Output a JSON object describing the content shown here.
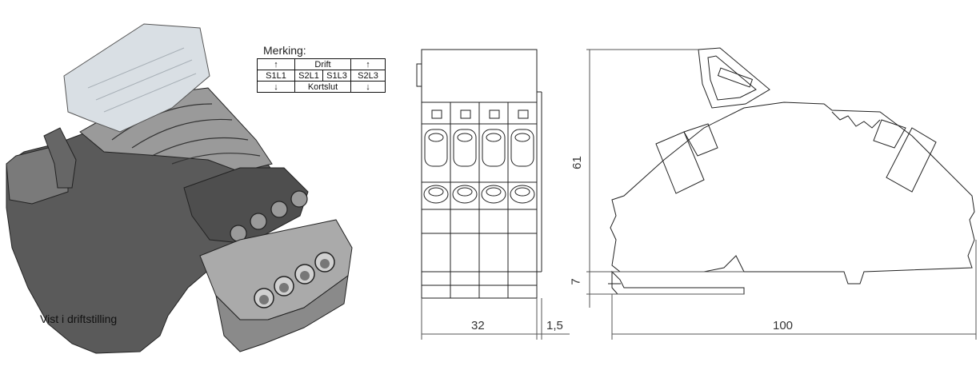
{
  "marking": {
    "title": "Merking:",
    "rows": [
      [
        "↑",
        "Drift",
        "↑"
      ],
      [
        "S1L1",
        "S2L1",
        "S1L3",
        "S2L3"
      ],
      [
        "↓",
        "Kortslut",
        "↓"
      ]
    ]
  },
  "caption": "Vist i driftstilling",
  "dimensions": {
    "width_front": "32",
    "offset_front": "1,5",
    "height_side": "61",
    "rail_height": "7",
    "length_side": "100"
  },
  "colors": {
    "body_dark": "#555555",
    "body_mid": "#8c8c8c",
    "cover_light": "#d7dde2",
    "line": "#222222"
  }
}
